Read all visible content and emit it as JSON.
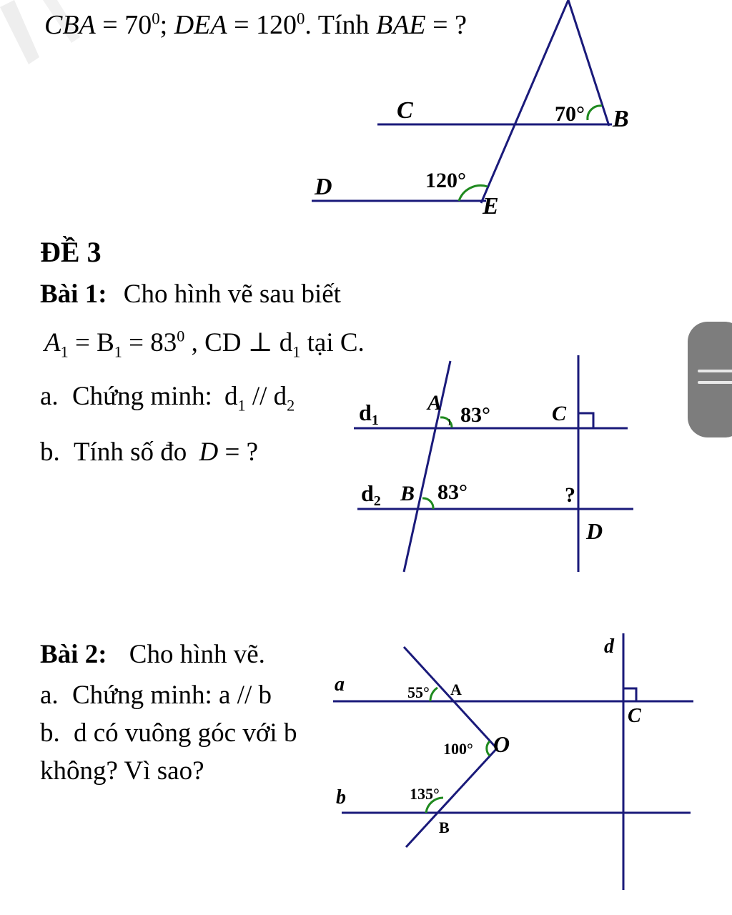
{
  "top_problem": {
    "angle1_name": "CBA",
    "angle1_value": "70",
    "angle2_name": "DEA",
    "angle2_value": "120",
    "degree_sup": "0",
    "separator": ";",
    "ask_label": ". Tính",
    "ask_angle": "BAE",
    "ask_tail": "= ?",
    "figure": {
      "C": "C",
      "B": "B",
      "D": "D",
      "E": "E",
      "angle_B": "70°",
      "angle_E": "120°"
    }
  },
  "section_title": "ĐỀ 3",
  "bai1": {
    "title": "Bài 1:",
    "intro": "Cho hình vẽ sau biết",
    "given_A": "A",
    "given_sub1": "1",
    "given_eq": "=",
    "given_B": "B",
    "given_value": "83",
    "given_sup": "0",
    "given_cd": ", CD",
    "perp": "⊥",
    "given_d": "d",
    "given_tail": "tại C.",
    "part_a_prefix": "a.",
    "part_a_text": "Chứng minh:",
    "part_a_d1": "d",
    "part_a_par": "//",
    "part_a_d2": "d",
    "sub2": "2",
    "part_b_prefix": "b.",
    "part_b_text": "Tính số đo",
    "part_b_var": "D",
    "part_b_tail": "= ?",
    "figure": {
      "d1": "d",
      "d2": "d",
      "s1": "1",
      "s2": "2",
      "A": "A",
      "B": "B",
      "C": "C",
      "D": "D",
      "angle_A": "83°",
      "angle_B": "83°",
      "angle_D": "?",
      "mark1": "1"
    }
  },
  "bai2": {
    "title": "Bài 2:",
    "intro": "Cho hình vẽ.",
    "part_a_prefix": "a.",
    "part_a_text": "Chứng minh: a // b",
    "part_b_prefix": "b.",
    "part_b_text": "d có vuông góc với b",
    "part_b_line2": "không? Vì sao?",
    "figure": {
      "a": "a",
      "b": "b",
      "d": "d",
      "A": "A",
      "B": "B",
      "C": "C",
      "O": "O",
      "angle_A": "55°",
      "angle_O": "100°",
      "angle_B": "135°"
    }
  },
  "colors": {
    "line": "#1a1a7a",
    "arc": "#1f8a1f",
    "text": "#000000"
  }
}
